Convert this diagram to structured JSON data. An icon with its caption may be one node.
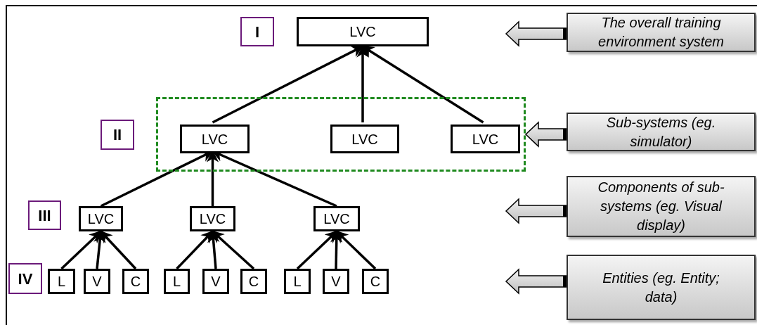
{
  "diagram": {
    "nodes": [
      {
        "text": [
          "I"
        ]
      },
      {
        "text": [
          "LVC"
        ]
      },
      {
        "text": [
          "The overall training environment system"
        ]
      },
      {
        "text": [],
        "shape": "box"
      },
      {
        "text": [
          "II"
        ]
      },
      {
        "text": [
          "LVC"
        ],
        "in": 3
      },
      {
        "text": [
          "LVC"
        ],
        "in": 3
      },
      {
        "text": [
          "LVC"
        ],
        "in": 3
      },
      {
        "text": [
          "Sub-systems (eg. simulator)"
        ]
      },
      {
        "text": [
          "III"
        ]
      },
      {
        "text": [
          "LVC"
        ]
      },
      {
        "text": [
          "LVC"
        ]
      },
      {
        "text": [
          "LVC"
        ]
      },
      {
        "text": [
          "Components of sub-systems (eg. Visual display)"
        ]
      },
      {
        "text": [
          "IV"
        ]
      },
      {
        "text": [
          "L"
        ]
      },
      {
        "text": [
          "V"
        ]
      },
      {
        "text": [
          "C"
        ]
      },
      {
        "text": [
          "L"
        ]
      },
      {
        "text": [
          "V"
        ]
      },
      {
        "text": [
          "C"
        ]
      },
      {
        "text": [
          "L"
        ]
      },
      {
        "text": [
          "V"
        ]
      },
      {
        "text": [
          "C"
        ]
      },
      {
        "text": [
          "Entities (eg. Entity; data)"
        ]
      }
    ],
    "edges": [
      {
        "from": 5,
        "to": 1,
        "arrow": "to"
      },
      {
        "from": 6,
        "to": 1,
        "arrow": "to"
      },
      {
        "from": 7,
        "to": 1,
        "arrow": "to"
      },
      {
        "from": 10,
        "to": 5,
        "arrow": "to"
      },
      {
        "from": 11,
        "to": 5,
        "arrow": "to"
      },
      {
        "from": 12,
        "to": 5,
        "arrow": "to"
      },
      {
        "from": 2,
        "to": null,
        "arrow": "to",
        "style": "thick"
      },
      {
        "from": 8,
        "to": 3,
        "arrow": "to",
        "style": "thick"
      },
      {
        "from": 13,
        "to": null,
        "arrow": "to",
        "style": "thick"
      },
      {
        "from": 24,
        "to": null,
        "arrow": "to",
        "style": "thick"
      },
      {
        "from": 15,
        "to": 10,
        "arrow": "to"
      },
      {
        "from": 16,
        "to": 10,
        "arrow": "to"
      },
      {
        "from": 17,
        "to": 10,
        "arrow": "to"
      },
      {
        "from": 18,
        "to": 11,
        "arrow": "to"
      },
      {
        "from": 19,
        "to": 11,
        "arrow": "to"
      },
      {
        "from": 20,
        "to": 11,
        "arrow": "to"
      },
      {
        "from": 21,
        "to": 12,
        "arrow": "to"
      },
      {
        "from": 22,
        "to": 12,
        "arrow": "to"
      },
      {
        "from": 23,
        "to": 12,
        "arrow": "to"
      }
    ]
  }
}
